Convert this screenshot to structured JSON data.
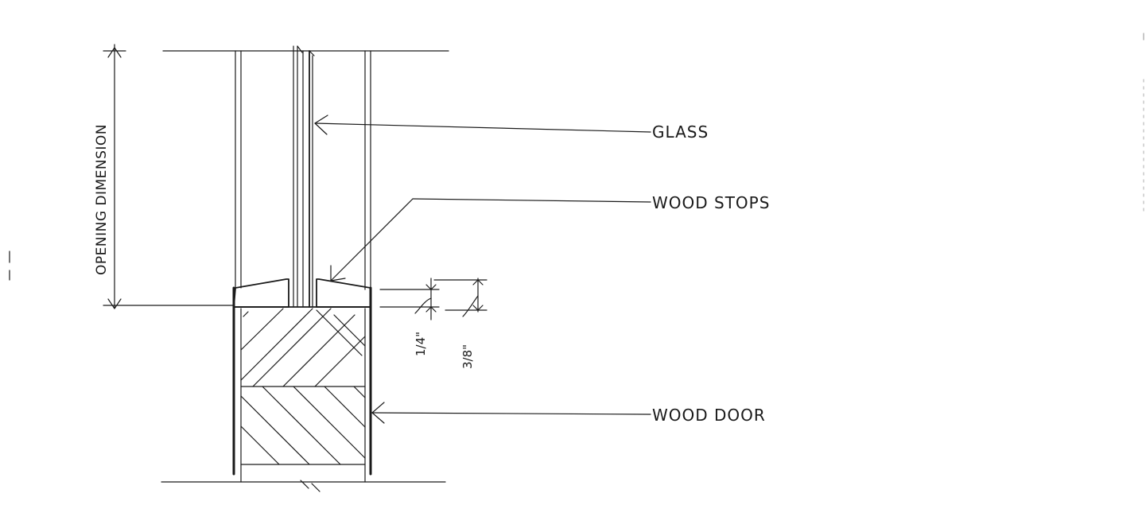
{
  "labels": {
    "glass": "GLASS",
    "wood_stops": "WOOD STOPS",
    "wood_door": "WOOD DOOR",
    "opening_dimension": "OPENING DIMENSION",
    "dim_quarter": "1/4\"",
    "dim_three_eighths": "3/8\""
  },
  "colors": {
    "line": "#1a1a1a",
    "background": "#ffffff"
  }
}
